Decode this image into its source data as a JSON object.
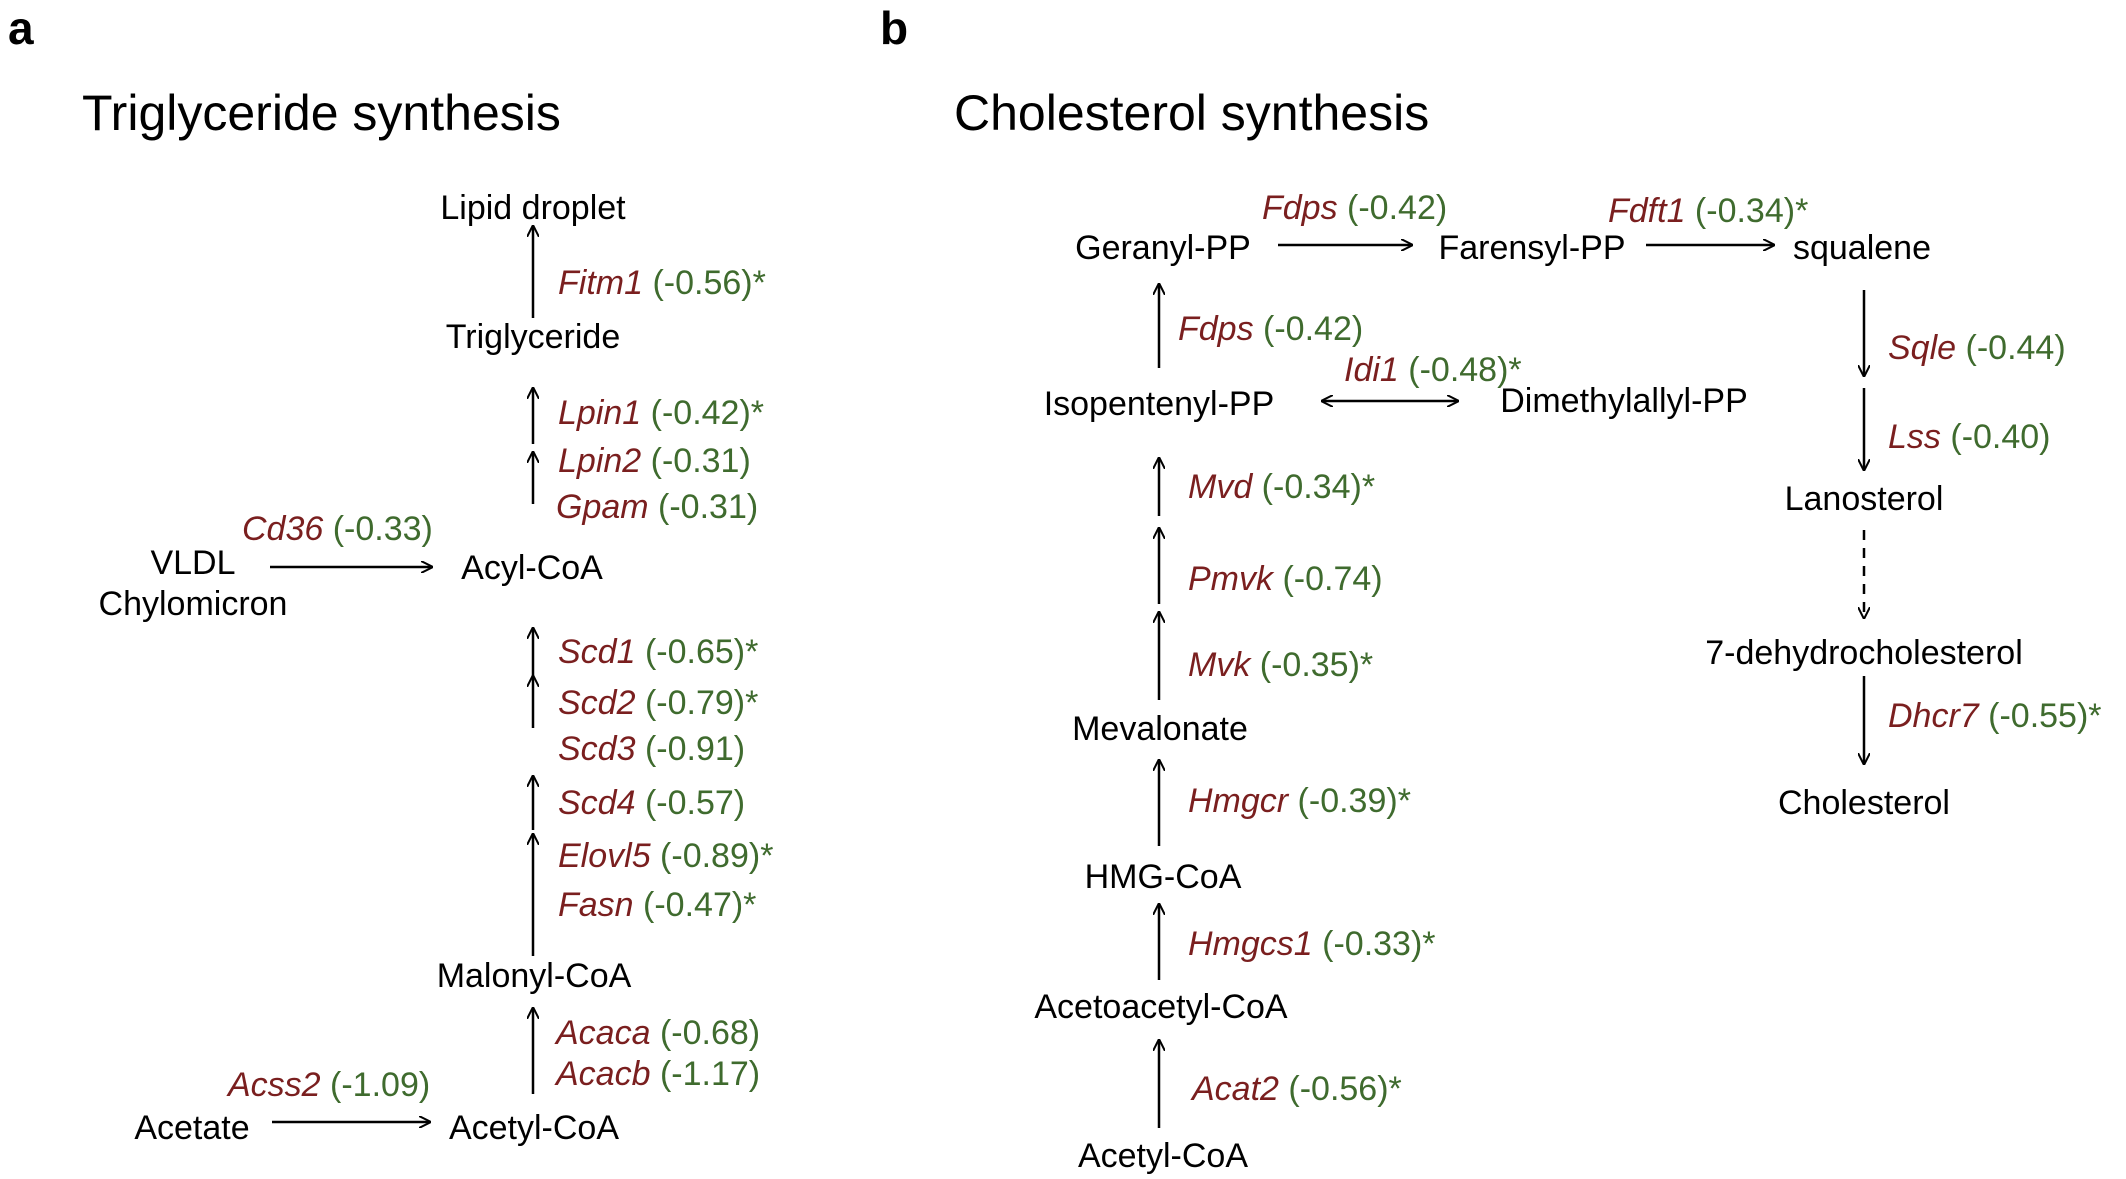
{
  "colors": {
    "gene": "#7a1f1f",
    "value": "#3f6b2e",
    "text": "#000000"
  },
  "panel_a": {
    "letter": "a",
    "title": "Triglyceride synthesis",
    "nodes": {
      "lipid_droplet": "Lipid droplet",
      "triglyceride": "Triglyceride",
      "acyl_coa": "Acyl-CoA",
      "vldl": "VLDL",
      "chylomicron": "Chylomicron",
      "malonyl_coa": "Malonyl-CoA",
      "acetyl_coa": "Acetyl-CoA",
      "acetate": "Acetate"
    },
    "genes": {
      "fitm1": {
        "name": "Fitm1",
        "value": " (-0.56)*"
      },
      "lpin1": {
        "name": "Lpin1",
        "value": " (-0.42)*"
      },
      "lpin2": {
        "name": "Lpin2",
        "value": " (-0.31)"
      },
      "gpam": {
        "name": "Gpam",
        "value": " (-0.31)"
      },
      "cd36": {
        "name": "Cd36",
        "value": " (-0.33)"
      },
      "scd1": {
        "name": "Scd1",
        "value": " (-0.65)*"
      },
      "scd2": {
        "name": "Scd2",
        "value": " (-0.79)*"
      },
      "scd3": {
        "name": "Scd3",
        "value": " (-0.91)"
      },
      "scd4": {
        "name": "Scd4",
        "value": " (-0.57)"
      },
      "elovl5": {
        "name": "Elovl5",
        "value": " (-0.89)*"
      },
      "fasn": {
        "name": "Fasn",
        "value": " (-0.47)*"
      },
      "acaca": {
        "name": "Acaca",
        "value": " (-0.68)"
      },
      "acacb": {
        "name": "Acacb",
        "value": " (-1.17)"
      },
      "acss2": {
        "name": "Acss2",
        "value": " (-1.09)"
      }
    }
  },
  "panel_b": {
    "letter": "b",
    "title": "Cholesterol synthesis",
    "nodes": {
      "geranyl_pp": "Geranyl-PP",
      "farensyl_pp": "Farensyl-PP",
      "squalene": "squalene",
      "isopentenyl_pp": "Isopentenyl-PP",
      "dimethylallyl_pp": "Dimethylallyl-PP",
      "lanosterol": "Lanosterol",
      "dehydrocholesterol": "7-dehydrocholesterol",
      "cholesterol": "Cholesterol",
      "mevalonate": "Mevalonate",
      "hmg_coa": "HMG-CoA",
      "acetoacetyl_coa": "Acetoacetyl-CoA",
      "acetyl_coa": "Acetyl-CoA"
    },
    "genes": {
      "fdps_top": {
        "name": "Fdps",
        "value": " (-0.42)"
      },
      "fdft1": {
        "name": "Fdft1",
        "value": " (-0.34)*"
      },
      "fdps_mid": {
        "name": "Fdps",
        "value": " (-0.42)"
      },
      "idi1": {
        "name": "Idi1",
        "value": " (-0.48)*"
      },
      "sqle": {
        "name": "Sqle",
        "value": " (-0.44)"
      },
      "lss": {
        "name": "Lss",
        "value": " (-0.40)"
      },
      "mvd": {
        "name": "Mvd",
        "value": " (-0.34)*"
      },
      "pmvk": {
        "name": "Pmvk",
        "value": " (-0.74)"
      },
      "mvk": {
        "name": "Mvk",
        "value": " (-0.35)*"
      },
      "dhcr7": {
        "name": "Dhcr7",
        "value": " (-0.55)*"
      },
      "hmgcr": {
        "name": "Hmgcr",
        "value": " (-0.39)*"
      },
      "hmgcs1": {
        "name": "Hmgcs1",
        "value": " (-0.33)*"
      },
      "acat2": {
        "name": "Acat2",
        "value": " (-0.56)*"
      }
    }
  }
}
